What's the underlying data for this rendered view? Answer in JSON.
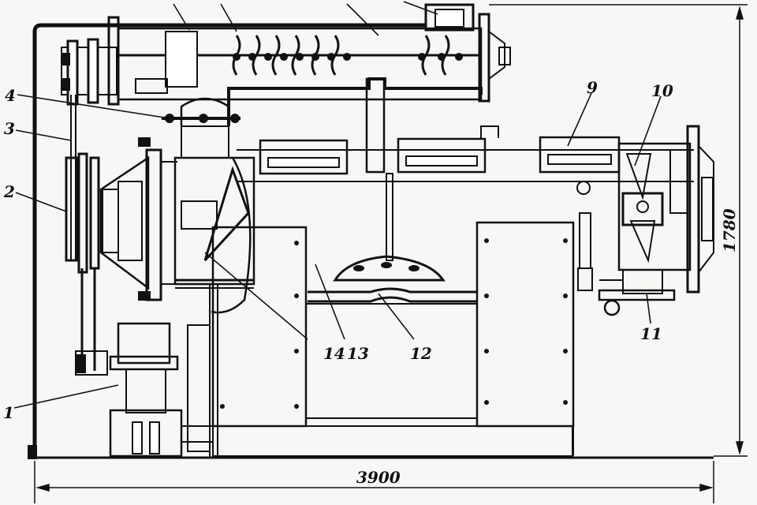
{
  "callouts": {
    "c1": "1",
    "c2": "2",
    "c3": "3",
    "c4": "4",
    "c9": "9",
    "c10": "10",
    "c11": "11",
    "c12": "12",
    "c13": "13",
    "c14": "14"
  },
  "dimensions": {
    "width": "3900",
    "height": "1780"
  },
  "colors": {
    "ink": "#111111",
    "paper": "#f7f7f5"
  }
}
